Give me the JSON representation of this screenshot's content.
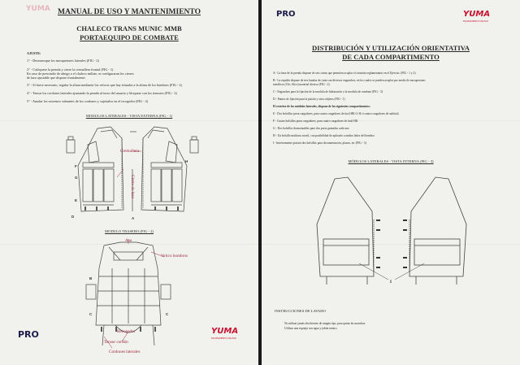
{
  "left": {
    "logo_text": "PRO",
    "brand": "YUMA",
    "brand_sub": "EQUIPAMIENTO MILITAR",
    "title": "MANUAL DE USO Y MANTENIMIENTO",
    "subtitle_1": "CHALECO TRANS MUNIC MMB",
    "subtitle_2": "PORTAEQUIPO DE COMBATE",
    "ajuste_heading": "AJUSTE:",
    "steps": [
      "1° - Desenrosque los mosquetones laterales (FIG - 2)",
      "2° - Colóquese la prenda y cierre la cremallera frontal (FIG - 1)",
      "     En caso de prescindir de abrigo o el chaleco militar, se configuraran los cierres",
      "     de lazo ajustable que dispone frontalmente.",
      "3° - Si fuese necesario, regular la altura mediante los velcros que hay situados a la altura de los hombros (FIG - 2)",
      "4° - Tensar los cordones laterales ajustando la prenda al torso del usuario y bloquear con los tensores (FIG - 2)",
      "5° - Anudar los extremos sobrantes de los cordones y sujetarlos en el recogedor (FIG - 2)"
    ],
    "fig1_title": "MODULOS LATERALES - VISTA EXTERNA (FIG - 1)",
    "fig2_title": "MODULO TRASERO (FIG - 2)",
    "fig1_labels": {
      "cremallera": "Cremallera",
      "cierre": "Cierre de lazo"
    },
    "fig2_labels": {
      "asa": "Asa",
      "velcro": "Velcro hombros",
      "recogedor": "Recogedor",
      "tensor": "Tensor cordón",
      "cordones": "Cordones laterales"
    },
    "letters": [
      "A",
      "B",
      "C",
      "D",
      "E",
      "F",
      "G",
      "H"
    ]
  },
  "right": {
    "logo_text": "PRO",
    "brand": "YUMA",
    "brand_sub": "EQUIPAMIENTO MILITAR",
    "title_1": "DISTRIBUCIÓN Y UTILIZACIÓN ORIENTATIVA",
    "title_2": "DE CADA COMPARTIMENTO",
    "items": [
      "A - La base de la prenda dispone de seis cintas que permiten acoplar el cinturón reglamentario en el Ejército. (FIG - 1 y 2)",
      "B - La espalda dispone de tres bandas de cinta con diversos enganches, en los cuales se pueden acoplar por medio de mosquetones",
      "      metálicos (Clic Alice) material diverso (FIG - 2)",
      "C - Enganches para la fijación de la mochila de hidratación o la mochila de combate (FIG - 3)",
      "D - Puntos de fijación para la pistola y otros objetos (FIG - 1)"
    ],
    "exterior_heading": "El exterior de los módulos laterales, dispone de los siguientes compartimentos:",
    "items_2": [
      "E - Dos bolsillos porta cargadores, para cuatro cargadores de fusil HK G-36 ó cuatro cargadores de subfusil.",
      "F - Cuatro bolsillos porta cargadores, para cuatro cargadores de fusil HK",
      "G - Dos bolsillos desmontables para dos porta granadas cada uno",
      "H - Un bolsillo multiuso movil, con posibilidad de aplicarlo a ambos lados del hombro",
      "I - Interiormente portará dos bolsillos para documentación, planos, etc (FIG - 3)"
    ],
    "fig3_title": "MÓDULOS LATERALES - VISTA INTERNA (FIG - 3)",
    "fig3_label": "I",
    "wash_heading": "INSTRUCCIONES DE LAVADO",
    "wash_lines": [
      "No utilizar jamás disolventes de ningún tipo, para quitar las manchas.",
      "Utilizar una esponja con agua y jabón neutro."
    ]
  }
}
